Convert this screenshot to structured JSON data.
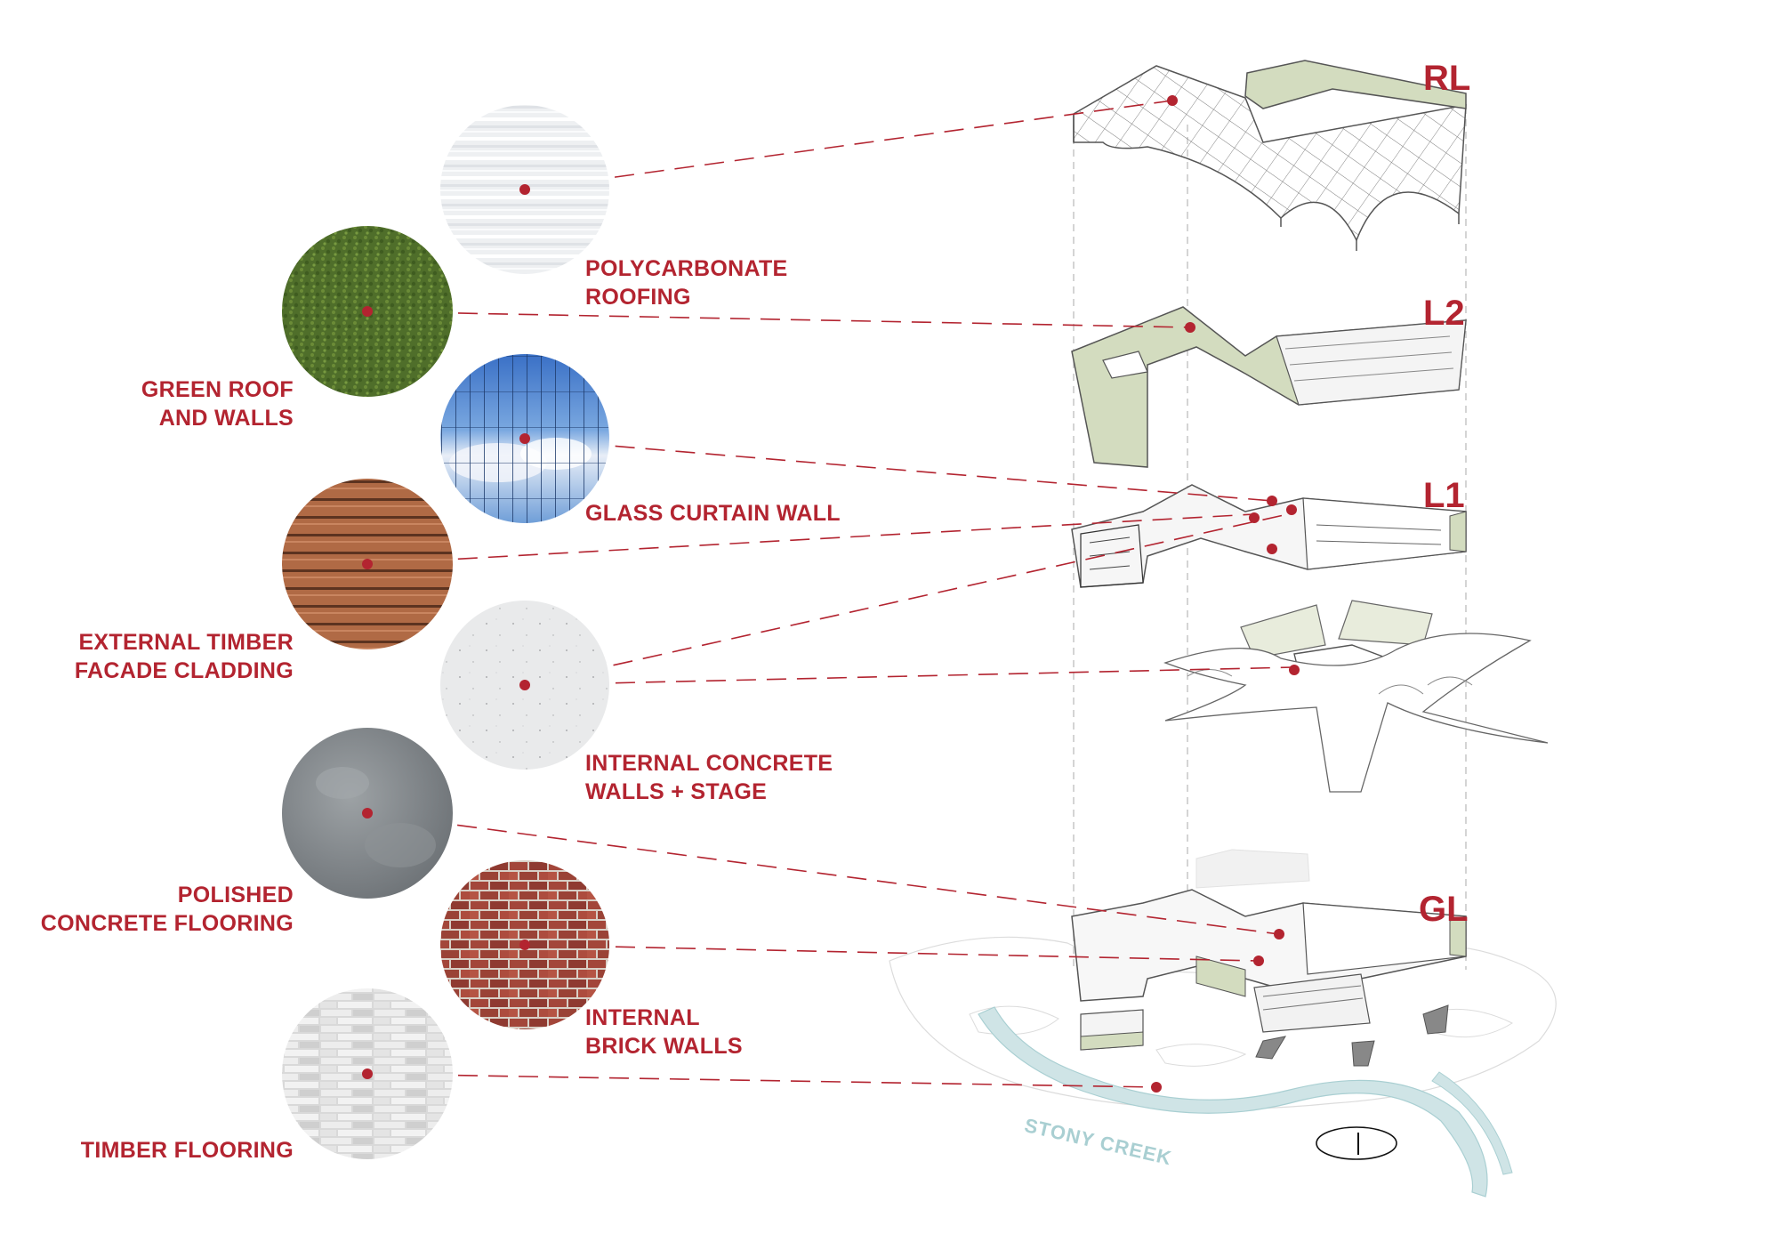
{
  "colors": {
    "accent": "#b32430",
    "creek": "#a9cfd2",
    "green_roof": "#d3dcbf",
    "line_grey": "#6a6a6a"
  },
  "materials": [
    {
      "id": "polycarbonate",
      "label": "POLYCARBONATE\nROOFING",
      "texture": "polycarbonate-texture",
      "level": "RL"
    },
    {
      "id": "green-roof",
      "label": "GREEN ROOF\nAND WALLS",
      "texture": "grass-texture",
      "level": "L2"
    },
    {
      "id": "glass",
      "label": "GLASS CURTAIN WALL",
      "texture": "glass-sky-texture",
      "level": "L1"
    },
    {
      "id": "timber-facade",
      "label": "EXTERNAL TIMBER\nFACADE CLADDING",
      "texture": "timber-slat-texture",
      "level": "L1"
    },
    {
      "id": "concrete-walls",
      "label": "INTERNAL CONCRETE\nWALLS + STAGE",
      "texture": "white-concrete-texture",
      "level": "L1"
    },
    {
      "id": "polished-concrete",
      "label": "POLISHED\nCONCRETE FLOORING",
      "texture": "polished-concrete-texture",
      "level": "GL"
    },
    {
      "id": "brick",
      "label": "INTERNAL\nBRICK WALLS",
      "texture": "brick-texture",
      "level": "GL"
    },
    {
      "id": "timber-floor",
      "label": "TIMBER FLOORING",
      "texture": "timber-floor-texture",
      "level": "GL"
    }
  ],
  "levels": {
    "rl": "RL",
    "l2": "L2",
    "l1": "L1",
    "gl": "GL"
  },
  "site": {
    "creek_name": "STONY CREEK"
  }
}
